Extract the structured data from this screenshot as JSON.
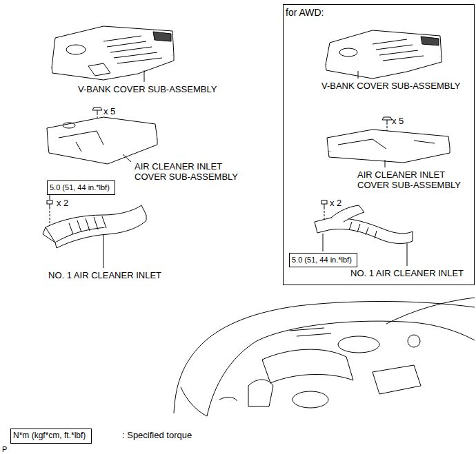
{
  "diagram": {
    "nodes": [
      {
        "text": [
          "for AWD:"
        ]
      },
      {
        "text": [
          "5.0 (51, 44 in.*lbf)"
        ]
      },
      {
        "text": [
          "5.0 (51, 44 in.*lbf)"
        ],
        "in": 0
      },
      {
        "text": [
          "N*m (kgf*cm, ft.*lbf)"
        ]
      }
    ],
    "labels": [
      "V-BANK COVER SUB-ASSEMBLY",
      "x 5",
      "AIR CLEANER INLET COVER SUB-ASSEMBLY",
      "x 2",
      "NO. 1 AIR CLEANER INLET",
      "V-BANK COVER SUB-ASSEMBLY",
      "x 5",
      "AIR CLEANER INLET COVER SUB-ASSEMBLY",
      "x 2",
      "NO. 1 AIR CLEANER INLET",
      ": Specified torque",
      "P"
    ]
  }
}
